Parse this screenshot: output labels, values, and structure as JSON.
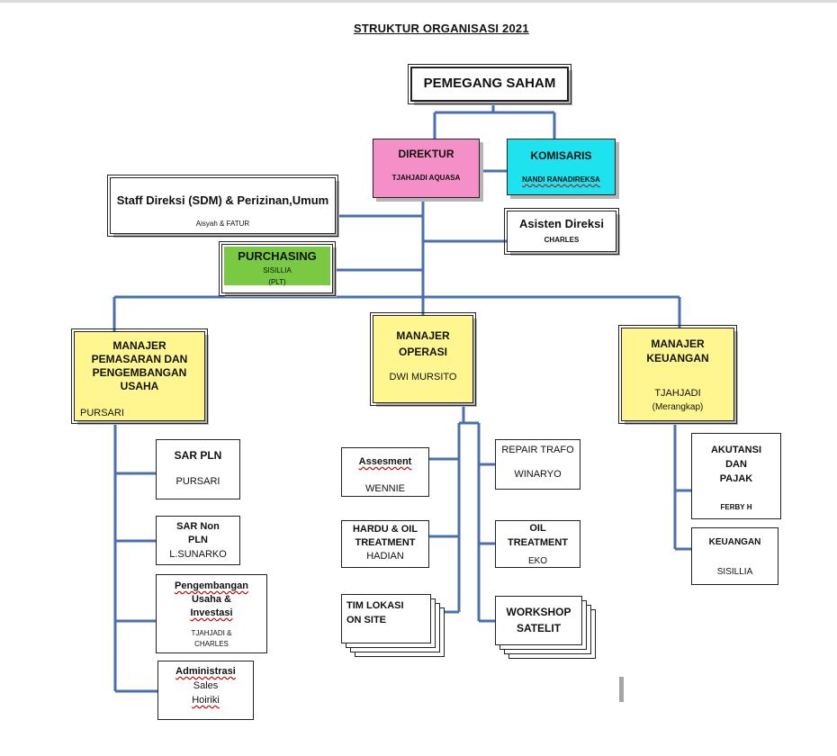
{
  "title": "STRUKTUR ORGANISASI 2021",
  "colors": {
    "line": "#4a6fb0",
    "direktur": "#f48fc8",
    "komisaris": "#1ee3ef",
    "purchasing": "#7ac943",
    "manager": "#fff68f"
  },
  "nodes": {
    "pemegang_saham": {
      "title": "PEMEGANG SAHAM"
    },
    "direktur": {
      "title": "DIREKTUR",
      "name": "TJAHJADI AQUASA"
    },
    "komisaris": {
      "title": "KOMISARIS",
      "name": "NANDI RANADIREKSA"
    },
    "staff_direksi": {
      "title": "Staff Direksi (SDM) & Perizinan,Umum",
      "name": "Aisyah  & FATUR"
    },
    "asisten_direksi": {
      "title": "Asisten Direksi",
      "name": "CHARLES"
    },
    "purchasing": {
      "title": "PURCHASING",
      "name": "SISILLIA",
      "note": "(PLT)"
    },
    "manajer_pemasaran": {
      "title_1": "MANAJER",
      "title_2": "PEMASARAN DAN",
      "title_3": "PENGEMBANGAN",
      "title_4": "USAHA",
      "name": "PURSARI"
    },
    "manajer_operasi": {
      "title_1": "MANAJER",
      "title_2": "OPERASI",
      "name": "DWI MURSITO"
    },
    "manajer_keuangan": {
      "title_1": "MANAJER",
      "title_2": "KEUANGAN",
      "name": "TJAHJADI",
      "note": "(Merangkap)"
    },
    "sar_pln": {
      "title": "SAR PLN",
      "name": "PURSARI"
    },
    "sar_non_pln": {
      "title_1": "SAR Non",
      "title_2": "PLN",
      "name": "L.SUNARKO"
    },
    "pengembangan": {
      "title_1": "Pengembangan",
      "title_2": "Usaha &",
      "title_3": "Investasi",
      "name_1": "TJAHJADI  &",
      "name_2": "CHARLES"
    },
    "administrasi": {
      "title_1": "Administrasi",
      "title_2": "Sales",
      "name": "Hoiriki"
    },
    "assesment": {
      "title": "Assesment",
      "name": "WENNIE"
    },
    "hardu_oil": {
      "title_1": "HARDU & OIL",
      "title_2": "TREATMENT",
      "name": "HADIAN"
    },
    "tim_lokasi": {
      "title_1": "TIM LOKASI",
      "title_2": "ON SITE"
    },
    "repair_trafo": {
      "title": "REPAIR TRAFO",
      "name": "WINARYO"
    },
    "oil_treatment": {
      "title_1": "OIL",
      "title_2": "TREATMENT",
      "name": "EKO"
    },
    "workshop": {
      "title_1": "WORKSHOP",
      "title_2": "SATELIT"
    },
    "akutansi": {
      "title_1": "AKUTANSI",
      "title_2": "DAN",
      "title_3": "PAJAK",
      "name": "FERBY H"
    },
    "keuangan": {
      "title": "KEUANGAN",
      "name": "SISILLIA"
    }
  }
}
